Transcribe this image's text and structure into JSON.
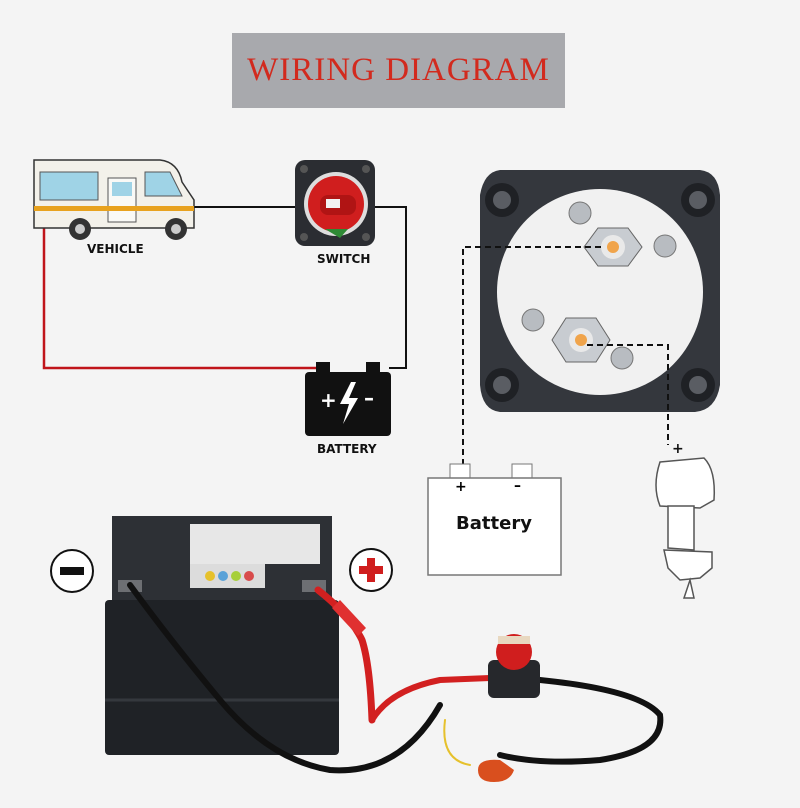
{
  "title": "WIRING DIAGRAM",
  "labels": {
    "vehicle": "VEHICLE",
    "switch": "SWITCH",
    "battery_icon": "BATTERY",
    "battery_box": "Battery",
    "battery_box_plus": "+",
    "battery_box_minus": "–",
    "motor_plus": "+",
    "battery_icon_plus": "+",
    "battery_icon_minus": "–"
  },
  "colors": {
    "title_text": "#d22a1e",
    "title_bg": "#a8a9ad",
    "negative_wire": "#c0141a",
    "positive_wire": "#111111"
  }
}
